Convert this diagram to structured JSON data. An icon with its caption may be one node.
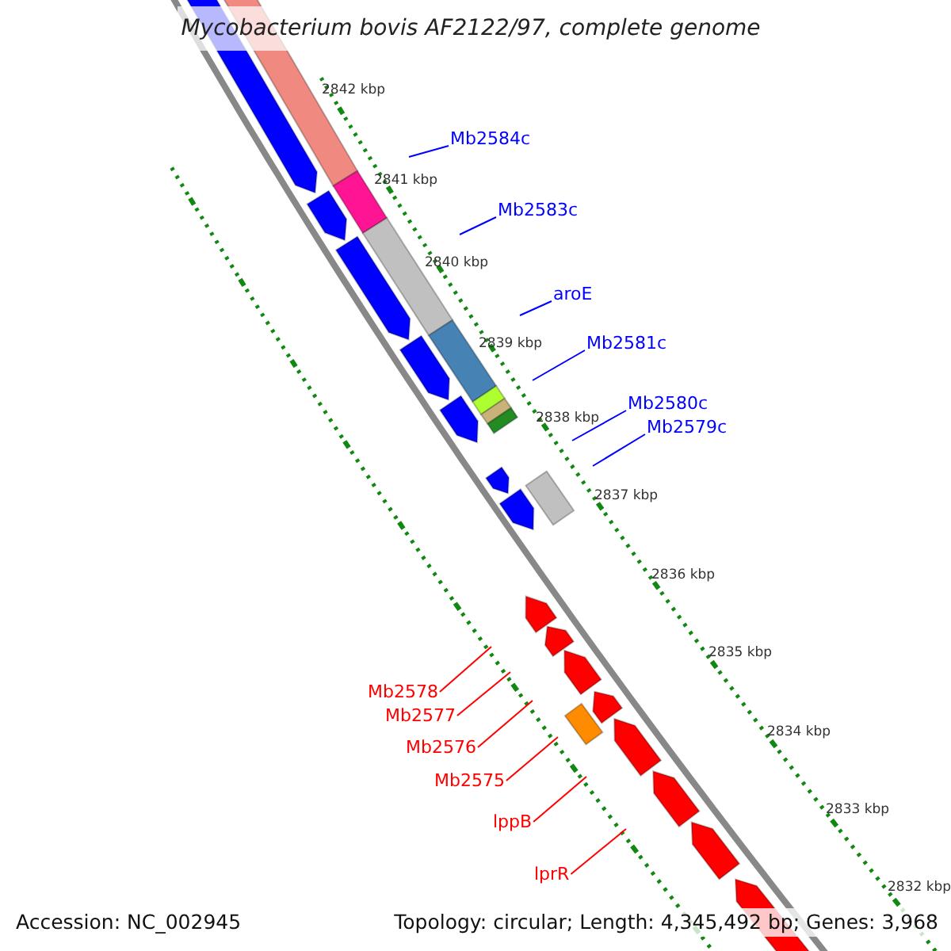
{
  "diagram": {
    "title": "Mycobacterium bovis AF2122/97, complete genome",
    "nodes": [
      {
        "text": [
          "Mb2584c"
        ]
      },
      {
        "text": [
          "Mb2583c"
        ]
      },
      {
        "text": [
          "aroE"
        ]
      },
      {
        "text": [
          "Mb2581c"
        ]
      },
      {
        "text": [
          "Mb2580c"
        ]
      },
      {
        "text": [
          "Mb2579c"
        ]
      },
      {
        "text": [
          "Mb2578"
        ]
      },
      {
        "text": [
          "Mb2577"
        ]
      },
      {
        "text": [
          "Mb2576"
        ]
      },
      {
        "text": [
          "Mb2575"
        ]
      },
      {
        "text": [
          "lppB"
        ]
      },
      {
        "text": [
          "lprR"
        ]
      }
    ],
    "edges": [
      {
        "from": 0,
        "to": null,
        "arrow": "none",
        "color": "#0000ff"
      },
      {
        "from": 1,
        "to": null,
        "arrow": "none",
        "color": "#0000ff"
      },
      {
        "from": 2,
        "to": null,
        "arrow": "none",
        "color": "#0000ff"
      },
      {
        "from": 3,
        "to": null,
        "arrow": "none",
        "color": "#0000ff"
      },
      {
        "from": 4,
        "to": null,
        "arrow": "none",
        "color": "#0000ff"
      },
      {
        "from": 5,
        "to": null,
        "arrow": "none",
        "color": "#0000ff"
      },
      {
        "from": 6,
        "to": null,
        "arrow": "none",
        "color": "#ff0000"
      },
      {
        "from": 7,
        "to": null,
        "arrow": "none",
        "color": "#ff0000"
      },
      {
        "from": 8,
        "to": null,
        "arrow": "none",
        "color": "#ff0000"
      },
      {
        "from": 9,
        "to": null,
        "arrow": "none",
        "color": "#ff0000"
      },
      {
        "from": 10,
        "to": null,
        "arrow": "none",
        "color": "#ff0000"
      },
      {
        "from": 11,
        "to": null,
        "arrow": "none",
        "color": "#ff0000"
      }
    ],
    "labels": [
      "2842 kbp",
      "2841 kbp",
      "2840 kbp",
      "2839 kbp",
      "2838 kbp",
      "2837 kbp",
      "2836 kbp",
      "2835 kbp",
      "2834 kbp",
      "2833 kbp",
      "2832 kbp",
      "Accession: NC_002945",
      "Topology: circular; Length: 4,345,492 bp; Genes: 3,968"
    ]
  }
}
